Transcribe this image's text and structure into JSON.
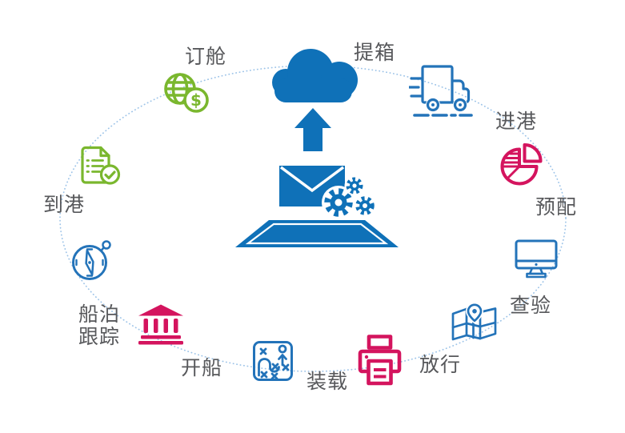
{
  "colors": {
    "solid_blue": "#0f71b8",
    "outline_blue": "#2373b9",
    "green": "#7ab72e",
    "pink": "#d4145e",
    "dotted_path": "#9cc3e8",
    "label_text": "#57585b"
  },
  "center": {
    "icons": [
      "cloud-upload-icon",
      "envelope-gears-icon",
      "tablet-icon"
    ]
  },
  "nodes": [
    {
      "label": "订舱",
      "icon": "globe-dollar-icon",
      "color": "green"
    },
    {
      "label": "提箱",
      "icon": "truck-icon",
      "color": "blue"
    },
    {
      "label": "进港",
      "icon": "pie-chart-icon",
      "color": "pink"
    },
    {
      "label": "预配",
      "icon": "monitor-icon",
      "color": "blue"
    },
    {
      "label": "查验",
      "icon": "map-pin-icon",
      "color": "blue"
    },
    {
      "label": "放行",
      "icon": "printer-icon",
      "color": "pink"
    },
    {
      "label": "装载",
      "icon": "strategy-icon",
      "color": "blue"
    },
    {
      "label": "开船",
      "icon": "bank-icon",
      "color": "pink"
    },
    {
      "label": "船泊跟踪",
      "icon": "compass-icon",
      "color": "blue"
    },
    {
      "label": "到港",
      "icon": "document-check-icon",
      "color": "green"
    }
  ]
}
